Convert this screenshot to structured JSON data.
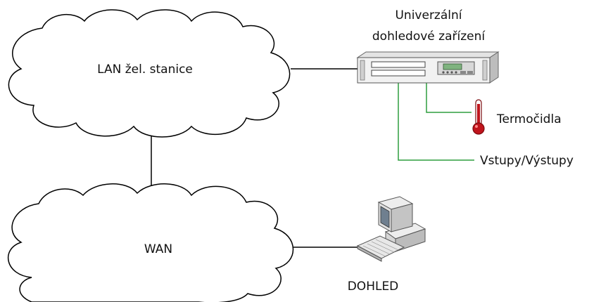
{
  "lan_cloud": {
    "label": "LAN žel. stanice"
  },
  "wan_cloud": {
    "label": "WAN"
  },
  "device": {
    "label_line1": "Univerzální",
    "label_line2": "dohledové zařízení"
  },
  "thermocouples": {
    "label": "Termočidla"
  },
  "io": {
    "label": "Vstupy/Výstupy"
  },
  "workstation": {
    "label": "DOHLED"
  },
  "colors": {
    "io_line": "#2e9e3e",
    "thermo_line": "#2e9e3e",
    "link_line": "#000000",
    "thermometer": "#c0141c"
  }
}
